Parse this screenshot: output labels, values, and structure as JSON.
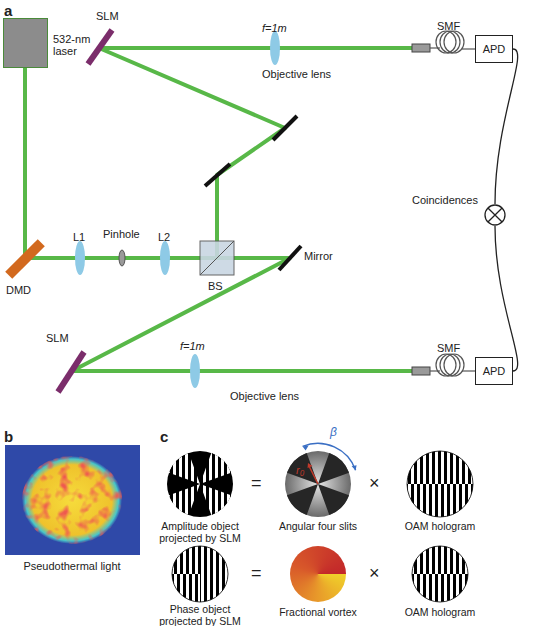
{
  "diagram": {
    "nodes": [
      {
        "text": [
          "532-nm laser"
        ]
      },
      {
        "text": [
          "APD"
        ]
      },
      {
        "text": [
          "APD"
        ]
      },
      {
        "text": [
          "Coincidences"
        ]
      }
    ],
    "edges": [
      {
        "from": 1,
        "to": 3,
        "arrow": "none"
      },
      {
        "from": 2,
        "to": 3,
        "arrow": "none"
      }
    ],
    "labels": [
      "a",
      "SLM",
      "f=1m",
      "SMF",
      "Objective lens",
      "L1",
      "Pinhole",
      "L2",
      "BS",
      "Mirror",
      "DMD",
      "SLM",
      "f=1m",
      "SMF",
      "Objective lens",
      "b",
      "Pseudothermal light",
      "c",
      "β",
      "r₀",
      "Amplitude object projected by SLM",
      "=",
      "Angular four slits",
      "×",
      "OAM hologram",
      "Phase object projected by SLM",
      "=",
      "Fractional vortex",
      "×",
      "OAM hologram"
    ]
  }
}
